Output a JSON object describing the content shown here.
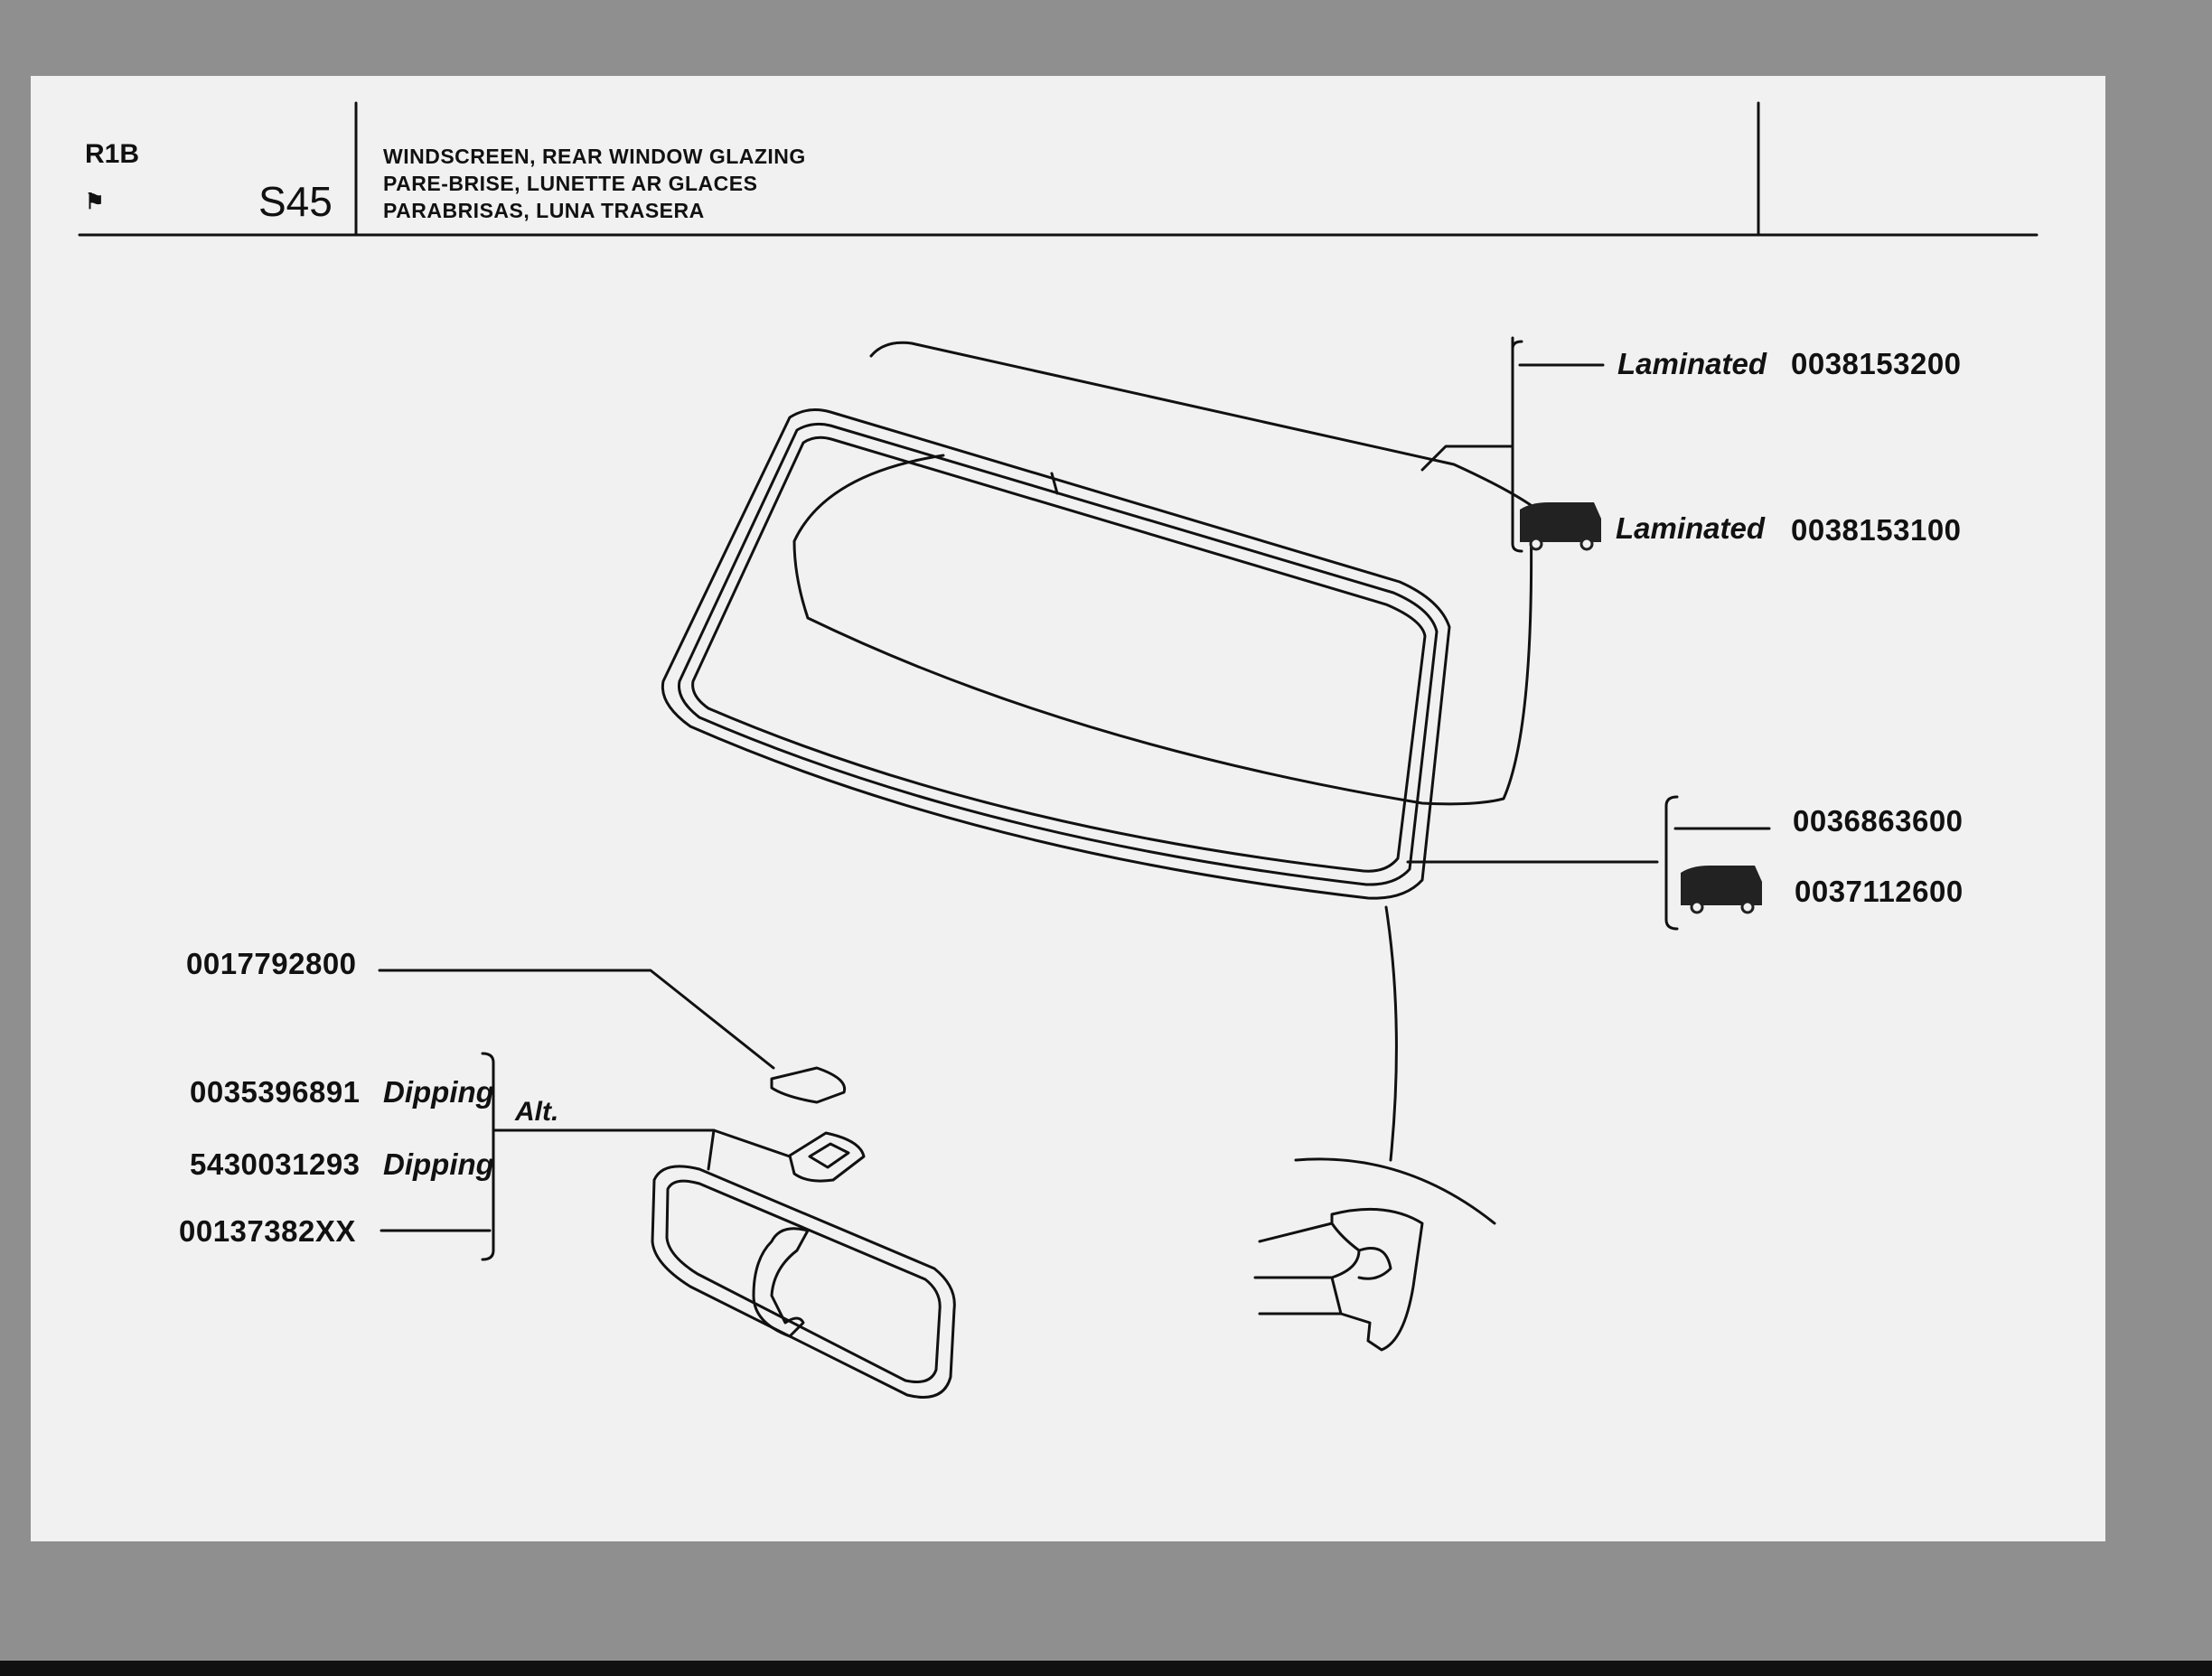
{
  "header": {
    "model_code": "R1B",
    "lang_icon": "flag-icon",
    "section": "S45",
    "title_lines": [
      "WINDSCREEN, REAR WINDOW GLAZING",
      "PARE-BRISE, LUNETTE AR GLACES",
      "PARABRISAS, LUNA TRASERA"
    ]
  },
  "parts": {
    "windscreen": [
      {
        "note": "Laminated",
        "number": "0038153200"
      },
      {
        "note": "Laminated",
        "number": "0038153100",
        "icon": "van-icon"
      }
    ],
    "seal": [
      {
        "number": "0036863600"
      },
      {
        "number": "0037112600",
        "icon": "van-icon"
      }
    ],
    "mirror_base": {
      "number": "0017792800"
    },
    "mirror_options": [
      {
        "number": "0035396891",
        "note": "Dipping"
      },
      {
        "number": "5430031293",
        "note": "Dipping"
      },
      {
        "number": "00137382XX"
      }
    ],
    "alt_label": "Alt."
  }
}
